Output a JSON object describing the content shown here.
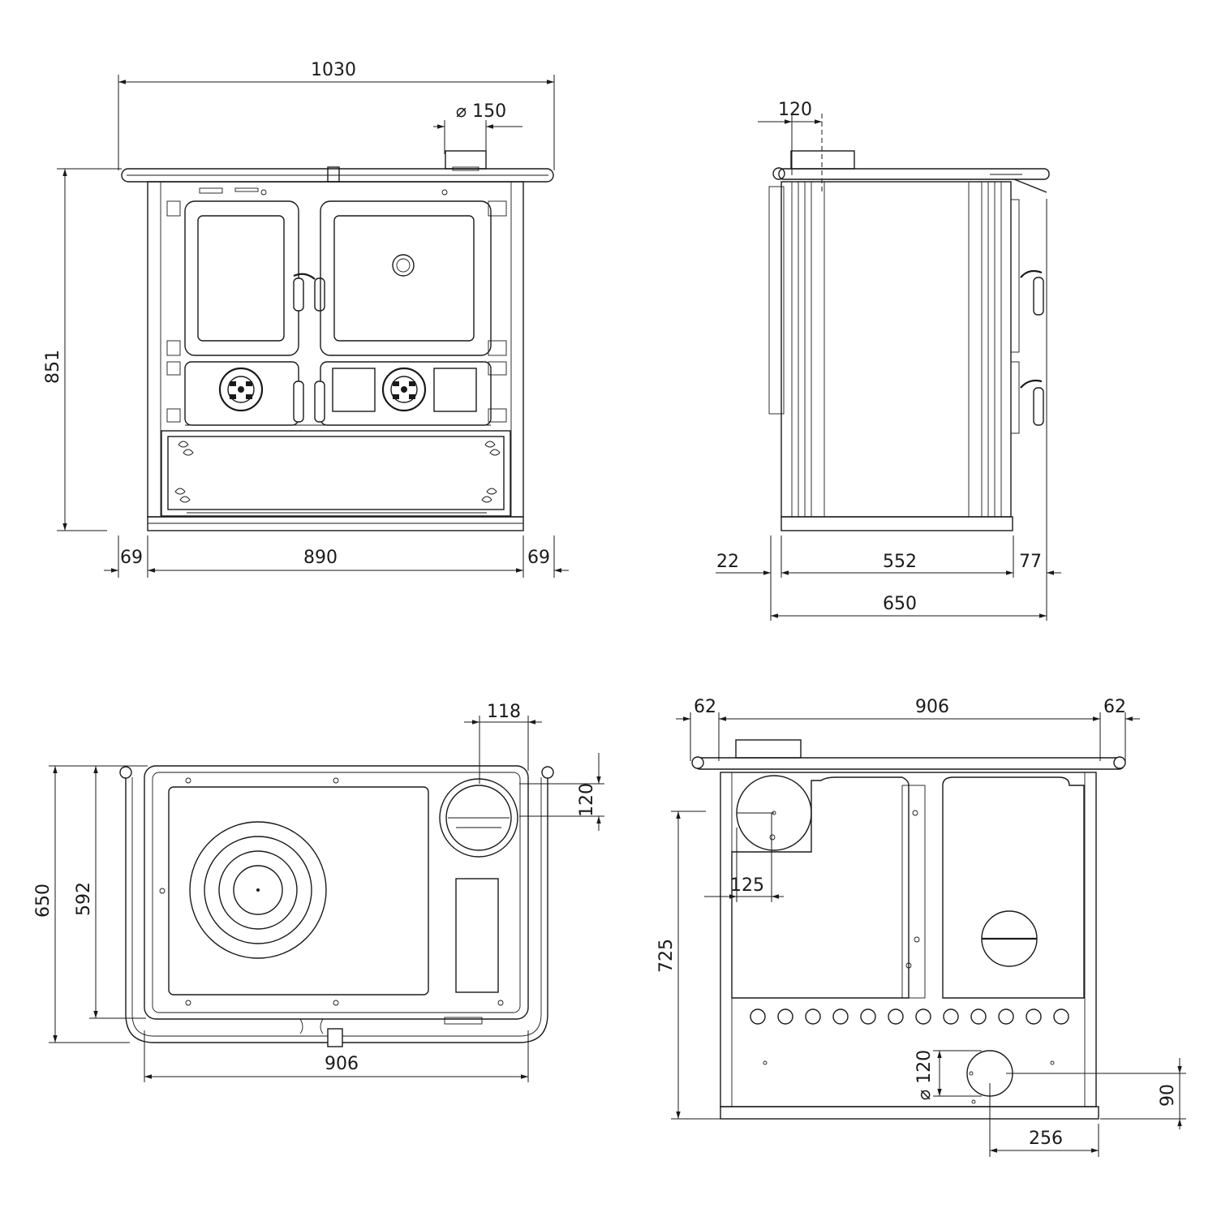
{
  "front_view": {
    "overall_width": "1030",
    "flue_diameter": "⌀ 150",
    "height": "851",
    "left_offset": "69",
    "body_width": "890",
    "right_offset": "69"
  },
  "side_view": {
    "flue_offset": "120",
    "rear_offset": "22",
    "body_depth": "552",
    "front_offset": "77",
    "overall_depth": "650"
  },
  "top_view": {
    "flue_offset": "118",
    "flue_depth": "120",
    "overall_depth": "650",
    "body_depth": "592",
    "body_width": "906"
  },
  "rear_view": {
    "left_offset": "62",
    "body_width": "906",
    "right_offset": "62",
    "flue_diameter": "125",
    "height": "725",
    "air_inlet_diameter": "⌀ 120",
    "air_inlet_height": "90",
    "air_inlet_offset": "256"
  }
}
